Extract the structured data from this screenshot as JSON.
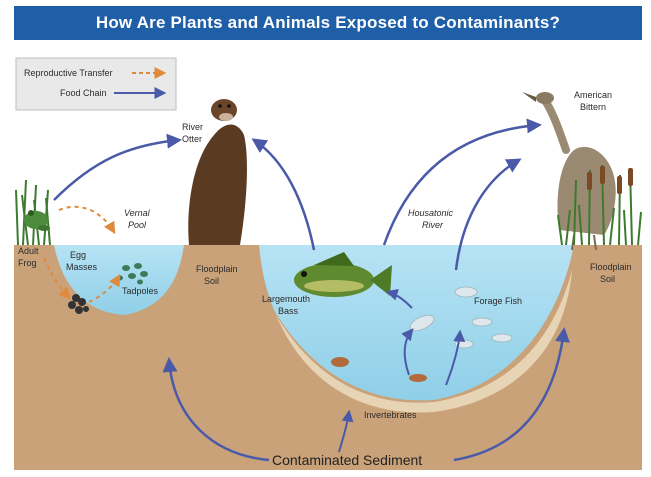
{
  "title": "How Are Plants and Animals Exposed to Contaminants?",
  "legend": {
    "items": [
      {
        "label": "Reproductive Transfer",
        "style": "dashed-orange-arrow"
      },
      {
        "label": "Food Chain",
        "style": "blue-arrow"
      }
    ]
  },
  "labels": {
    "adult_frog": [
      "Adult",
      "Frog"
    ],
    "egg_masses": [
      "Egg",
      "Masses"
    ],
    "tadpoles": "Tadpoles",
    "vernal_pool": [
      "Vernal",
      "Pool"
    ],
    "river_otter": [
      "River",
      "Otter"
    ],
    "floodplain_soil_left": [
      "Floodplain",
      "Soil"
    ],
    "largemouth_bass": [
      "Largemouth",
      "Bass"
    ],
    "housatonic_river": [
      "Housatonic",
      "River"
    ],
    "forage_fish": "Forage Fish",
    "american_bittern": [
      "American",
      "Bittern"
    ],
    "floodplain_soil_right": [
      "Floodplain",
      "Soil"
    ],
    "invertebrates": "Invertebrates",
    "contaminated_sediment": "Contaminated Sediment"
  },
  "colors": {
    "title_bar": "#1f5fa8",
    "sky": "#ffffff",
    "soil": "#c9a27a",
    "soil_dark": "#b58c63",
    "water": "#a9dcf0",
    "food_chain_arrow": "#4a5aa8",
    "reproductive_arrow": "#e08a3c",
    "vegetation": "#3d7a2e"
  },
  "icons": [
    "frog-icon",
    "otter-icon",
    "bass-fish-icon",
    "forage-fish-icon",
    "bittern-bird-icon",
    "cattail-icon",
    "grass-icon",
    "tadpole-icon",
    "egg-mass-icon",
    "invertebrate-icon"
  ]
}
